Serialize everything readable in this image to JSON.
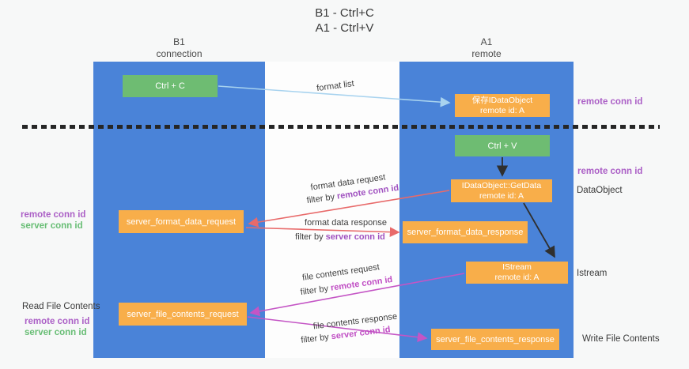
{
  "title": {
    "line1": "B1 - Ctrl+C",
    "line2": "A1 - Ctrl+V"
  },
  "lanes": {
    "left": {
      "name": "B1",
      "role": "connection"
    },
    "right": {
      "name": "A1",
      "role": "remote"
    }
  },
  "nodes": {
    "ctrl_c": {
      "label": "Ctrl + C"
    },
    "save_idataobject": {
      "line1": "保存IDataObject",
      "line2": "remote id: A"
    },
    "ctrl_v": {
      "label": "Ctrl + V"
    },
    "getdata": {
      "line1": "IDataObject::GetData",
      "line2": "remote id: A"
    },
    "server_format_data_request": {
      "label": "server_format_data_request"
    },
    "server_format_data_response": {
      "label": "server_format_data_response"
    },
    "istream": {
      "line1": "IStream",
      "line2": "remote id: A"
    },
    "server_file_contents_request": {
      "label": "server_file_contents_request"
    },
    "server_file_contents_response": {
      "label": "server_file_contents_response"
    }
  },
  "annotations": {
    "right_remote_conn_id_top": "remote conn id",
    "right_remote_conn_id_mid": "remote conn id",
    "right_dataobject": "DataObject",
    "right_istream": "Istream",
    "right_write_file_contents": "Write File Contents",
    "left_remote_conn_id_top": "remote conn id",
    "left_server_conn_id_top": "server conn id",
    "left_read_file_contents": "Read File Contents",
    "left_remote_conn_id_bottom": "remote conn id",
    "left_server_conn_id_bottom": "server conn id"
  },
  "flows": {
    "format_list": {
      "label": "format list"
    },
    "format_data_request": {
      "label": "format data request",
      "filter_prefix": "filter by ",
      "filter_key": "remote conn id"
    },
    "format_data_response": {
      "label": "format data response",
      "filter_prefix": "filter by ",
      "filter_key": "server conn id"
    },
    "file_contents_request": {
      "label": "file contents request",
      "filter_prefix": "filter by ",
      "filter_key": "remote conn id"
    },
    "file_contents_response": {
      "label": "file contents response",
      "filter_prefix": "filter by ",
      "filter_key": "server conn id"
    }
  },
  "colors": {
    "lane_blue": "#4a83d8",
    "node_orange": "#f8ae4a",
    "node_green": "#6ebc72",
    "arrow_red": "#e86a6a",
    "arrow_magenta": "#c455c5",
    "arrow_blue": "#a8d3ef",
    "arrow_black": "#2f2f2f",
    "text_purple": "#ab5fc6",
    "text_purple2": "#a052c0",
    "text_magenta": "#c04ec4",
    "text_green": "#67bd74"
  }
}
